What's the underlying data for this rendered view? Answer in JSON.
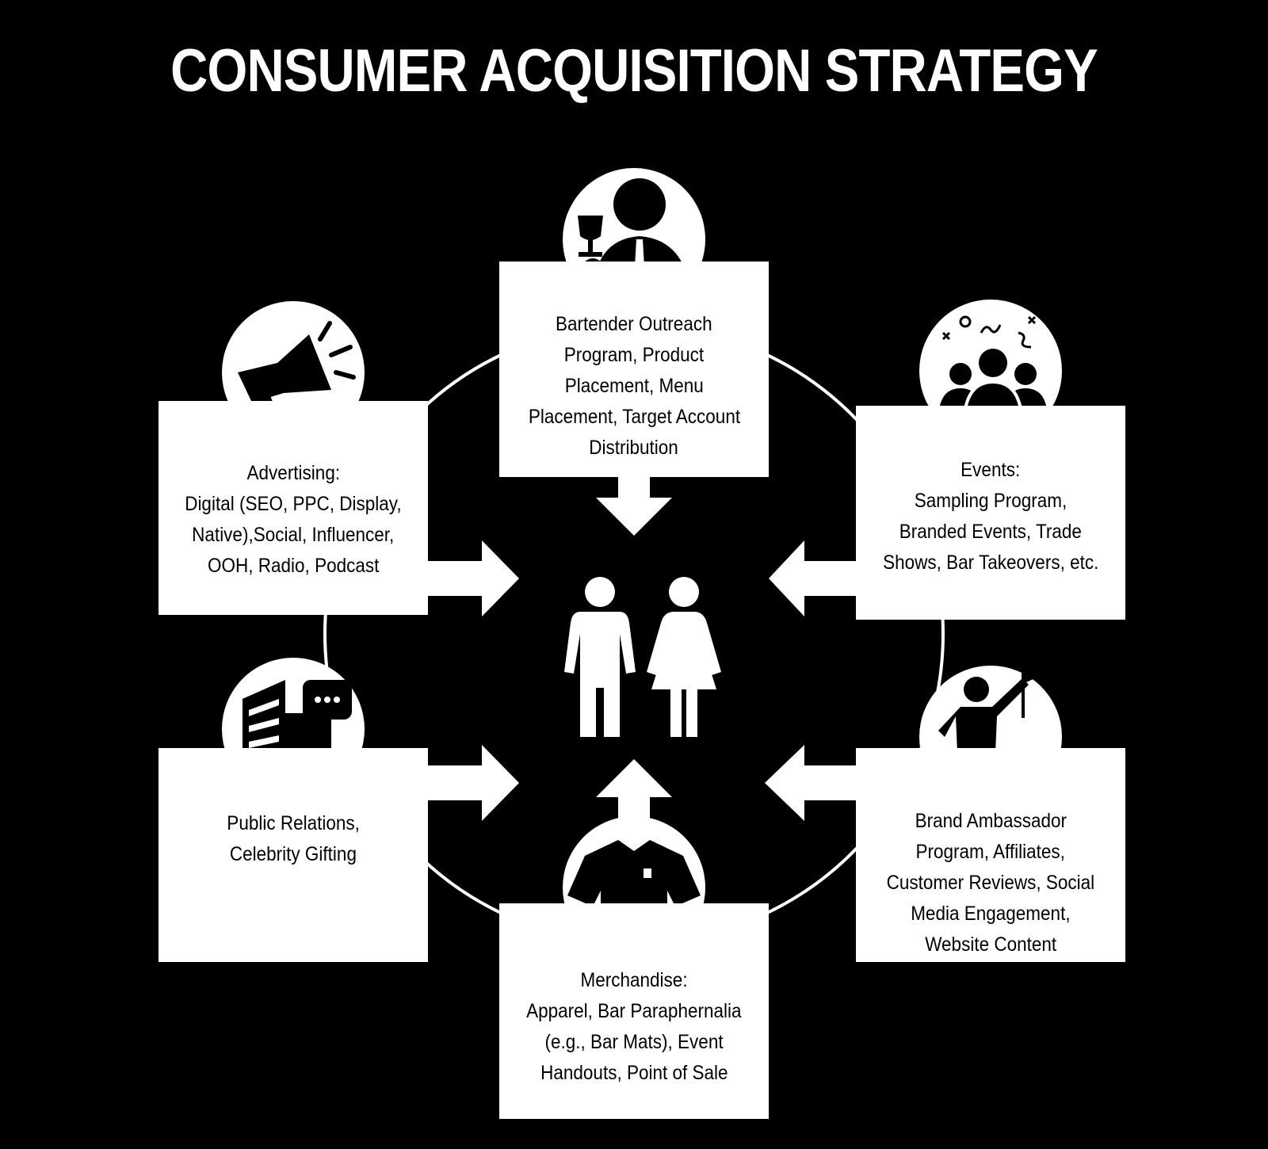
{
  "title": "CONSUMER ACQUISITION STRATEGY",
  "colors": {
    "background": "#000000",
    "foreground": "#ffffff",
    "text": "#000000"
  },
  "center": {
    "icon": "man-and-woman-icon"
  },
  "nodes": [
    {
      "id": "bartender",
      "icon": "bartender-icon",
      "lines": [
        "Bartender Outreach",
        "Program, Product",
        "Placement, Menu",
        "Placement, Target Account",
        "Distribution"
      ]
    },
    {
      "id": "advertising",
      "icon": "megaphone-icon",
      "lines": [
        "Advertising:",
        "Digital (SEO, PPC, Display,",
        "Native),Social, Influencer,",
        "OOH, Radio, Podcast"
      ]
    },
    {
      "id": "events",
      "icon": "crowd-celebration-icon",
      "lines": [
        "Events:",
        "Sampling Program,",
        "Branded Events, Trade",
        "Shows, Bar Takeovers, etc."
      ]
    },
    {
      "id": "public-relations",
      "icon": "building-chat-icon",
      "lines": [
        "Public Relations,",
        "Celebrity Gifting"
      ]
    },
    {
      "id": "merchandise",
      "icon": "polo-shirt-icon",
      "lines": [
        "Merchandise:",
        "Apparel, Bar Paraphernalia",
        "(e.g., Bar Mats), Event",
        "Handouts, Point of Sale"
      ]
    },
    {
      "id": "brand-ambassador",
      "icon": "person-with-flag-icon",
      "lines": [
        "Brand Ambassador",
        "Program, Affiliates,",
        "Customer Reviews, Social",
        "Media Engagement,",
        "Website Content"
      ]
    }
  ]
}
